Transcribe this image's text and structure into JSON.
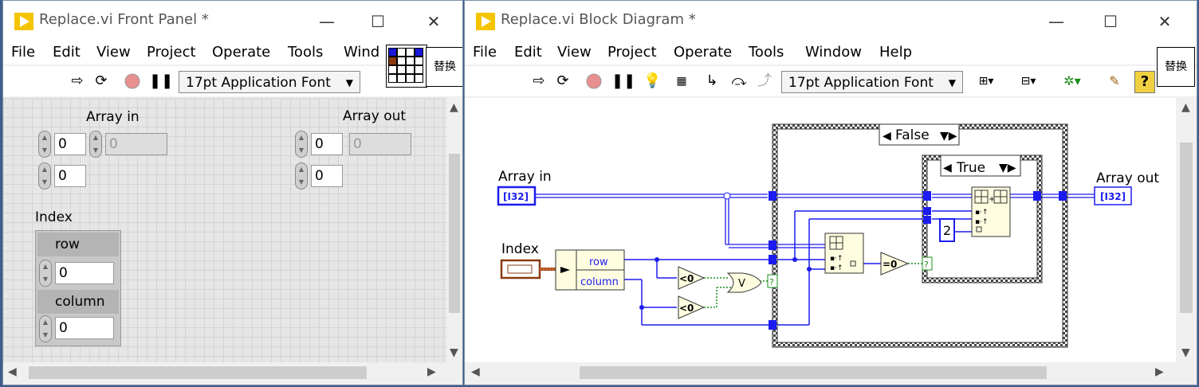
{
  "front_panel": {
    "title": "Replace.vi Front Panel *",
    "menus": [
      "File",
      "Edit",
      "View",
      "Project",
      "Operate",
      "Tools",
      "Wind"
    ],
    "font_selector": "17pt Application Font",
    "zh_label": "替换",
    "array_in": {
      "label": "Array in",
      "index0": "0",
      "index1": "0",
      "value": "0"
    },
    "array_out": {
      "label": "Array out",
      "index0": "0",
      "index1": "0",
      "value": "0"
    },
    "index_cluster": {
      "label": "Index",
      "row_label": "row",
      "row_value": "0",
      "column_label": "column",
      "column_value": "0"
    }
  },
  "block_diagram": {
    "title": "Replace.vi Block Diagram *",
    "menus": [
      "File",
      "Edit",
      "View",
      "Project",
      "Operate",
      "Tools",
      "Window",
      "Help"
    ],
    "font_selector": "17pt Application Font",
    "zh_label": "替换",
    "terminals": {
      "array_in": "Array in",
      "array_in_type": "[I32]",
      "array_out": "Array out",
      "array_out_type": "[I32]",
      "index": "Index"
    },
    "unbundle": {
      "row": "row",
      "column": "column"
    },
    "less_than_zero": "<0",
    "or_gate": "V",
    "equal_zero": "=0",
    "outer_case": "False",
    "inner_case": "True",
    "constant": "2",
    "selector_glyph": "?"
  },
  "colors": {
    "wire_blue": "#1c1cf0",
    "wire_green": "#1a8c1a",
    "cluster_brown": "#8b3a10",
    "case_border": "#555555",
    "node_fill": "#fffde0",
    "titlebar_text": "#555555"
  },
  "icons": [
    "labview-app-icon",
    "run-arrow-icon",
    "run-continuous-icon",
    "abort-icon",
    "pause-icon",
    "highlight-bulb-icon",
    "retain-wire-icon",
    "step-into-icon",
    "step-over-icon",
    "step-out-icon",
    "align-icon",
    "distribute-icon",
    "reorder-icon",
    "cleanup-icon",
    "help-icon"
  ]
}
